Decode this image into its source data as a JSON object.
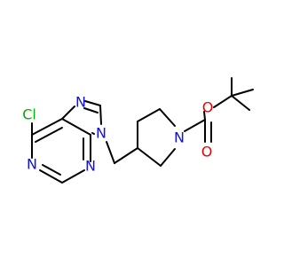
{
  "molecule": {
    "atoms": {
      "cl": {
        "label": "Cl",
        "color": "#00b000"
      },
      "n7": {
        "label": "N",
        "color": "#1010e8"
      },
      "n9": {
        "label": "N",
        "color": "#1010e8"
      },
      "n1": {
        "label": "N",
        "color": "#1010e8"
      },
      "n3": {
        "label": "N",
        "color": "#1010e8"
      },
      "n_pip": {
        "label": "N",
        "color": "#1010e8"
      },
      "o_ester": {
        "label": "O",
        "color": "#e80000"
      },
      "o_carbonyl": {
        "label": "O",
        "color": "#e80000"
      }
    }
  }
}
